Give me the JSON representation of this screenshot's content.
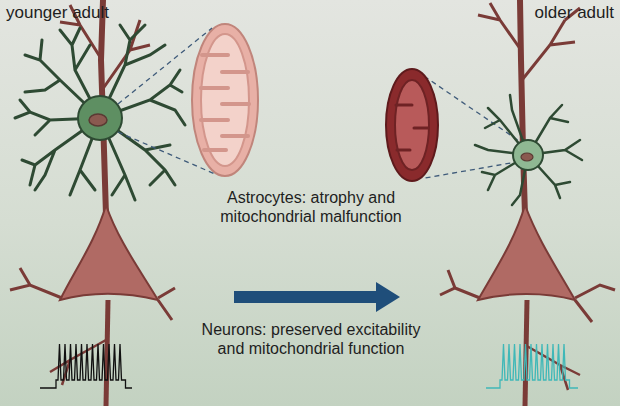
{
  "diagram": {
    "labels": [
      "younger adult",
      "older adult",
      "Astrocytes: atrophy and mitochondrial malfunction",
      "Neurons: preserved excitability and mitochondrial function"
    ]
  }
}
